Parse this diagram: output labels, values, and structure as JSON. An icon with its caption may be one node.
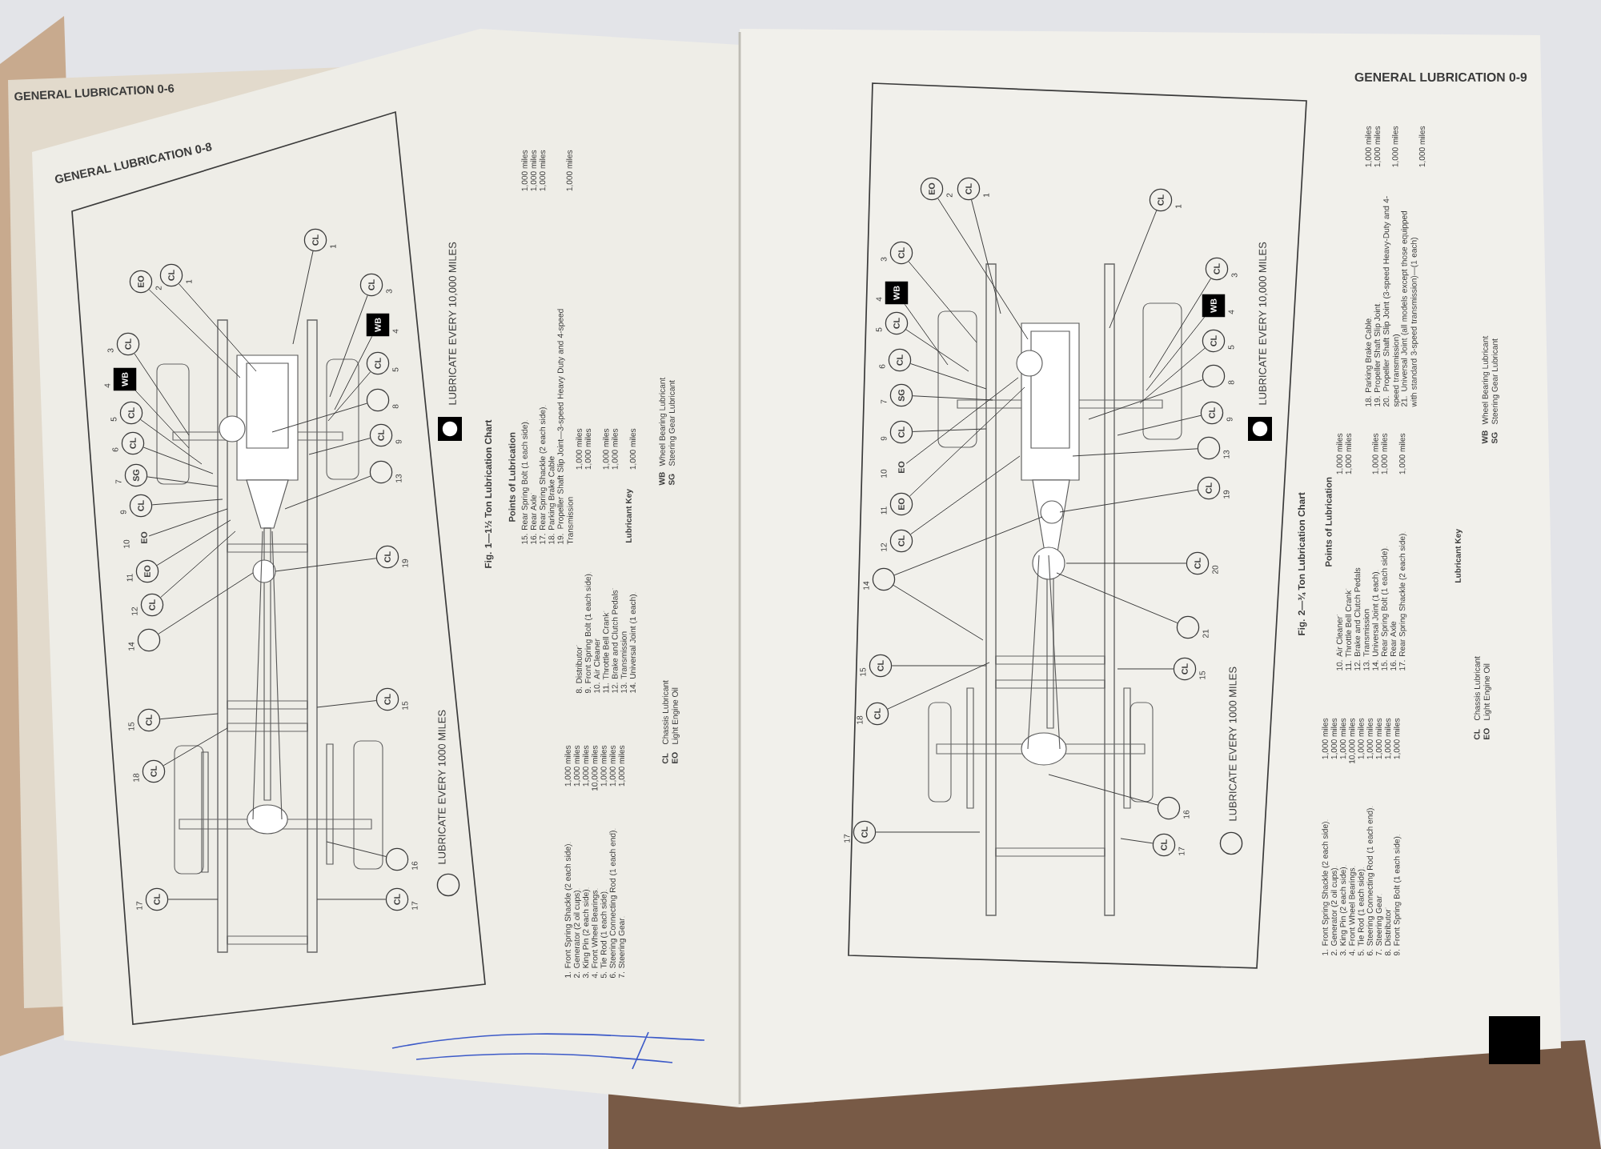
{
  "diagram": {
    "nodes": [
      {
        "text": [
          "CL"
        ],
        "beside": [
          "1"
        ]
      },
      {
        "text": [
          "EO"
        ],
        "beside": [
          "2"
        ]
      },
      {
        "text": [
          "CL"
        ],
        "beside": [
          "1"
        ]
      },
      {
        "text": [
          "CL"
        ],
        "beside": [
          "3"
        ]
      },
      {
        "text": [
          "WB"
        ],
        "beside": [
          "4"
        ]
      },
      {
        "text": [
          "CL"
        ],
        "beside": [
          "5"
        ]
      },
      {
        "text": [
          "CL"
        ],
        "beside": [
          "6"
        ]
      },
      {
        "text": [
          "SG"
        ],
        "beside": [
          "7"
        ]
      },
      {
        "text": [
          "CL"
        ],
        "beside": [
          "9"
        ]
      },
      {
        "text": [
          "EO"
        ],
        "beside": [
          "10"
        ]
      },
      {
        "text": [
          "EO"
        ],
        "beside": [
          "11"
        ]
      },
      {
        "text": [
          "CL"
        ],
        "beside": [
          "12"
        ]
      },
      {
        "text": [],
        "shape": "circle",
        "beside": [
          "14"
        ]
      },
      {
        "text": [
          "CL"
        ],
        "beside": [
          "15"
        ]
      },
      {
        "text": [
          "CL"
        ],
        "beside": [
          "18"
        ]
      },
      {
        "text": [
          "CL"
        ],
        "beside": [
          "17"
        ]
      },
      {
        "text": [
          "CL"
        ],
        "beside": [
          "3"
        ]
      },
      {
        "text": [
          "WB"
        ],
        "beside": [
          "4"
        ]
      },
      {
        "text": [
          "CL"
        ],
        "beside": [
          "5"
        ]
      },
      {
        "text": [],
        "shape": "circle",
        "beside": [
          "8"
        ]
      },
      {
        "text": [
          "CL"
        ],
        "beside": [
          "9"
        ]
      },
      {
        "text": [],
        "shape": "circle",
        "beside": [
          "13"
        ]
      },
      {
        "text": [
          "CL"
        ],
        "beside": [
          "19"
        ]
      },
      {
        "text": [
          "CL"
        ],
        "beside": [
          "15"
        ]
      },
      {
        "text": [],
        "shape": "circle",
        "beside": [
          "16"
        ]
      },
      {
        "text": [
          "CL"
        ],
        "beside": [
          "17"
        ]
      },
      {
        "text": [
          "EO"
        ],
        "beside": [
          "2"
        ]
      },
      {
        "text": [
          "CL"
        ],
        "beside": [
          "1"
        ]
      },
      {
        "text": [
          "CL"
        ],
        "beside": [
          "1"
        ]
      },
      {
        "text": [
          "CL"
        ],
        "beside": [
          "3"
        ]
      },
      {
        "text": [
          "WB"
        ],
        "beside": [
          "4"
        ]
      },
      {
        "text": [
          "CL"
        ],
        "beside": [
          "5"
        ]
      },
      {
        "text": [
          "CL"
        ],
        "beside": [
          "6"
        ]
      },
      {
        "text": [
          "SG"
        ],
        "beside": [
          "7"
        ]
      },
      {
        "text": [
          "CL"
        ],
        "beside": [
          "9"
        ]
      },
      {
        "text": [
          "EO"
        ],
        "beside": [
          "10"
        ]
      },
      {
        "text": [
          "EO"
        ],
        "beside": [
          "11"
        ]
      },
      {
        "text": [
          "CL"
        ],
        "beside": [
          "12"
        ]
      },
      {
        "text": [],
        "shape": "circle",
        "beside": [
          "14"
        ]
      },
      {
        "text": [
          "CL"
        ],
        "beside": [
          "15"
        ]
      },
      {
        "text": [
          "CL"
        ],
        "beside": [
          "18"
        ]
      },
      {
        "text": [
          "CL"
        ],
        "beside": [
          "17"
        ]
      },
      {
        "text": [
          "CL"
        ],
        "beside": [
          "3"
        ]
      },
      {
        "text": [
          "WB"
        ],
        "beside": [
          "4"
        ]
      },
      {
        "text": [
          "CL"
        ],
        "beside": [
          "5"
        ]
      },
      {
        "text": [],
        "shape": "circle",
        "beside": [
          "8"
        ]
      },
      {
        "text": [
          "CL"
        ],
        "beside": [
          "9"
        ]
      },
      {
        "text": [],
        "shape": "circle",
        "beside": [
          "13"
        ]
      },
      {
        "text": [
          "CL"
        ],
        "beside": [
          "19"
        ]
      },
      {
        "text": [
          "CL"
        ],
        "beside": [
          "20"
        ]
      },
      {
        "text": [],
        "shape": "circle",
        "beside": [
          "21"
        ]
      },
      {
        "text": [
          "CL"
        ],
        "beside": [
          "15"
        ]
      },
      {
        "text": [],
        "shape": "circle",
        "beside": [
          "16"
        ]
      },
      {
        "text": [
          "CL"
        ],
        "beside": [
          "17"
        ]
      }
    ],
    "edges": [
      {
        "from": 0,
        "to": null,
        "arrow": "none"
      },
      {
        "from": 1,
        "to": null,
        "arrow": "none"
      },
      {
        "from": 2,
        "to": null,
        "arrow": "none"
      },
      {
        "from": 3,
        "to": null,
        "arrow": "none"
      },
      {
        "from": 4,
        "to": null,
        "arrow": "none"
      },
      {
        "from": 5,
        "to": null,
        "arrow": "none"
      },
      {
        "from": 6,
        "to": null,
        "arrow": "none"
      },
      {
        "from": 7,
        "to": null,
        "arrow": "none"
      },
      {
        "from": 8,
        "to": null,
        "arrow": "none"
      },
      {
        "from": 9,
        "to": null,
        "arrow": "none"
      },
      {
        "from": 10,
        "to": null,
        "arrow": "none"
      },
      {
        "from": 11,
        "to": null,
        "arrow": "none"
      },
      {
        "from": 12,
        "to": null,
        "arrow": "none"
      },
      {
        "from": 13,
        "to": null,
        "arrow": "none"
      },
      {
        "from": 14,
        "to": null,
        "arrow": "none"
      },
      {
        "from": 15,
        "to": null,
        "arrow": "none"
      },
      {
        "from": 16,
        "to": null,
        "arrow": "none"
      },
      {
        "from": 17,
        "to": null,
        "arrow": "none"
      },
      {
        "from": 18,
        "to": null,
        "arrow": "none"
      },
      {
        "from": 19,
        "to": null,
        "arrow": "none"
      },
      {
        "from": 20,
        "to": null,
        "arrow": "none"
      },
      {
        "from": 21,
        "to": null,
        "arrow": "none"
      },
      {
        "from": 22,
        "to": null,
        "arrow": "none"
      },
      {
        "from": 23,
        "to": null,
        "arrow": "none"
      },
      {
        "from": 24,
        "to": null,
        "arrow": "none"
      },
      {
        "from": 25,
        "to": null,
        "arrow": "none"
      },
      {
        "from": 26,
        "to": null,
        "arrow": "none"
      },
      {
        "from": 27,
        "to": null,
        "arrow": "none"
      },
      {
        "from": 28,
        "to": null,
        "arrow": "none"
      },
      {
        "from": 29,
        "to": null,
        "arrow": "none"
      },
      {
        "from": 30,
        "to": null,
        "arrow": "none"
      },
      {
        "from": 31,
        "to": null,
        "arrow": "none"
      },
      {
        "from": 32,
        "to": null,
        "arrow": "none"
      },
      {
        "from": 33,
        "to": null,
        "arrow": "none"
      },
      {
        "from": 34,
        "to": null,
        "arrow": "none"
      },
      {
        "from": 35,
        "to": null,
        "arrow": "none"
      },
      {
        "from": 36,
        "to": null,
        "arrow": "none"
      },
      {
        "from": 37,
        "to": null,
        "arrow": "none"
      },
      {
        "from": 38,
        "to": null,
        "arrow": "none"
      },
      {
        "from": 39,
        "to": null,
        "arrow": "none"
      },
      {
        "from": 40,
        "to": null,
        "arrow": "none"
      },
      {
        "from": 41,
        "to": null,
        "arrow": "none"
      },
      {
        "from": 42,
        "to": null,
        "arrow": "none"
      },
      {
        "from": 43,
        "to": null,
        "arrow": "none"
      },
      {
        "from": 44,
        "to": null,
        "arrow": "none"
      },
      {
        "from": 45,
        "to": null,
        "arrow": "none"
      },
      {
        "from": 46,
        "to": null,
        "arrow": "none"
      },
      {
        "from": 47,
        "to": null,
        "arrow": "none"
      },
      {
        "from": 48,
        "to": null,
        "arrow": "none"
      },
      {
        "from": 49,
        "to": null,
        "arrow": "none"
      },
      {
        "from": 50,
        "to": null,
        "arrow": "none"
      },
      {
        "from": 51,
        "to": null,
        "arrow": "none"
      },
      {
        "from": 52,
        "to": null,
        "arrow": "none"
      },
      {
        "from": 53,
        "to": null,
        "arrow": "none"
      },
      {
        "from": 38,
        "to": null,
        "arrow": "none"
      }
    ],
    "labels": [
      "GENERAL LUBRICATION 0-6",
      "GENERAL LUBRICATION 0-8",
      "Fig. 1—1½ Ton Lubrication Chart",
      "Points of Lubrication",
      "1. Front Spring Shackle (2 each side)",
      "1,000 miles",
      "2. Generator (2 oil cups)",
      "1,000 miles",
      "3. King Pin (2 each side)",
      "1,000 miles",
      "4. Front Wheel Bearings",
      "10,000 miles",
      "5. Tie Rod (1 each side)",
      "1,000 miles",
      "6. Steering Connecting Rod (1 each end)",
      "1,000 miles",
      "7. Steering Gear",
      "1,000 miles",
      "8. Distributor",
      "1,000 miles",
      "9. Front Spring Bolt (1 each side)",
      "1,000 miles",
      "10. Air Cleaner",
      "11. Throttle Bell Crank",
      "1,000 miles",
      "12. Brake and Clutch Pedals",
      "1,000 miles",
      "13. Transmission",
      "14. Universal Joint (1 each)",
      "1,000 miles",
      "15. Rear Spring Bolt (1 each side)",
      "1,000 miles",
      "16. Rear Axle",
      "1,000 miles",
      "17. Rear Spring Shackle (2 each side)",
      "1,000 miles",
      "18. Parking Brake Cable",
      "19. Propeller Shaft Slip Joint—3-speed Heavy Duty and 4-speed Transmission",
      "1,000 miles",
      "Lubricant Key",
      "CL",
      "Chassis Lubricant",
      "EO",
      "Light Engine Oil",
      "WB",
      "Wheel Bearing Lubricant",
      "SG",
      "Steering Gear Lubricant",
      "GENERAL LUBRICATION 0-9",
      "Fig. 2—¾ Ton Lubrication Chart",
      "Points of Lubrication",
      "1. Front Spring Shackle (2 each side)",
      "1,000 miles",
      "2. Generator (2 oil cups)",
      "1,000 miles",
      "3. King Pin (2 each side)",
      "1,000 miles",
      "4. Front Wheel Bearings",
      "10,000 miles",
      "5. Tie Rod (1 each side)",
      "1,000 miles",
      "6. Steering Connecting Rod (1 each end)",
      "1,000 miles",
      "7. Steering Gear",
      "1,000 miles",
      "8. Distributor",
      "1,000 miles",
      "9. Front Spring Bolt (1 each side)",
      "1,000 miles",
      "10. Air Cleaner",
      "1,000 miles",
      "11. Throttle Bell Crank",
      "1,000 miles",
      "12. Brake and Clutch Pedals",
      "13. Transmission",
      "14. Universal Joint (1 each)",
      "1,000 miles",
      "15. Rear Spring Bolt (1 each side)",
      "1,000 miles",
      "16. Rear Axle",
      "17. Rear Spring Shackle (2 each side)",
      "1,000 miles",
      "18. Parking Brake Cable",
      "1,000 miles",
      "19. Propeller Shaft Slip Joint",
      "1,000 miles",
      "20. Propeller Shaft Slip Joint (3-speed Heavy-Duty and 4-speed transmission)",
      "1,000 miles",
      "21. Universal Joint (all models except those equipped with standard 3-speed transmission)—(1 each)",
      "1,000 miles",
      "Lubricant Key",
      "CL",
      "Chassis Lubricant",
      "EO",
      "Light Engine Oil",
      "WB",
      "Wheel Bearing Lubricant",
      "SG",
      "Steering Gear Lubricant"
    ],
    "legend": [
      {
        "text": "LUBRICATE EVERY 10,000 MILES"
      },
      {
        "text": "LUBRICATE EVERY 1000 MILES"
      },
      {
        "text": "LUBRICATE EVERY 10,000 MILES"
      },
      {
        "text": "LUBRICATE EVERY 1000 MILES"
      }
    ]
  }
}
